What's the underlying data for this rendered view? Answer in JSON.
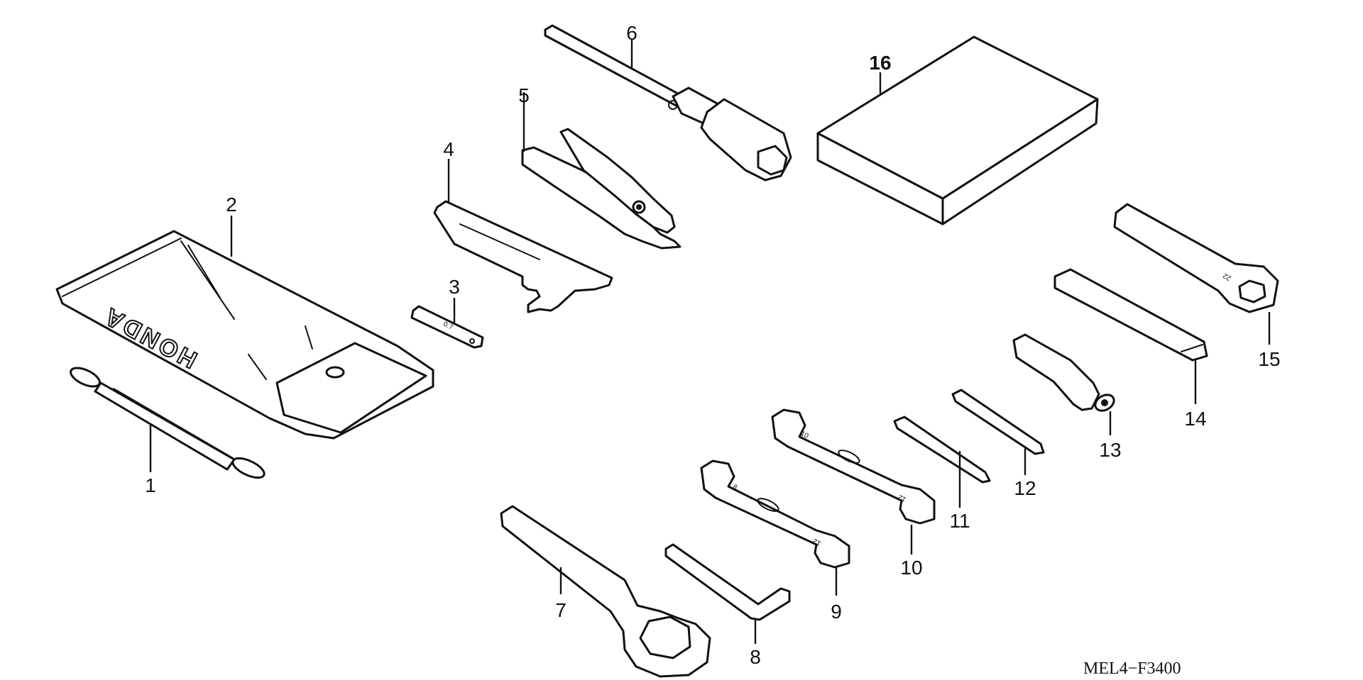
{
  "diagram": {
    "code": "MEL4−F3400",
    "brand": "HONDA",
    "callouts": [
      "1",
      "2",
      "3",
      "4",
      "5",
      "6",
      "7",
      "8",
      "9",
      "10",
      "11",
      "12",
      "13",
      "14",
      "15",
      "16"
    ],
    "stamps": {
      "feeler": "0.7",
      "wrench_15": "22",
      "wrench_10_a": "10",
      "wrench_10_b": "12",
      "wrench_9_a": "8",
      "wrench_9_b": "12"
    }
  }
}
